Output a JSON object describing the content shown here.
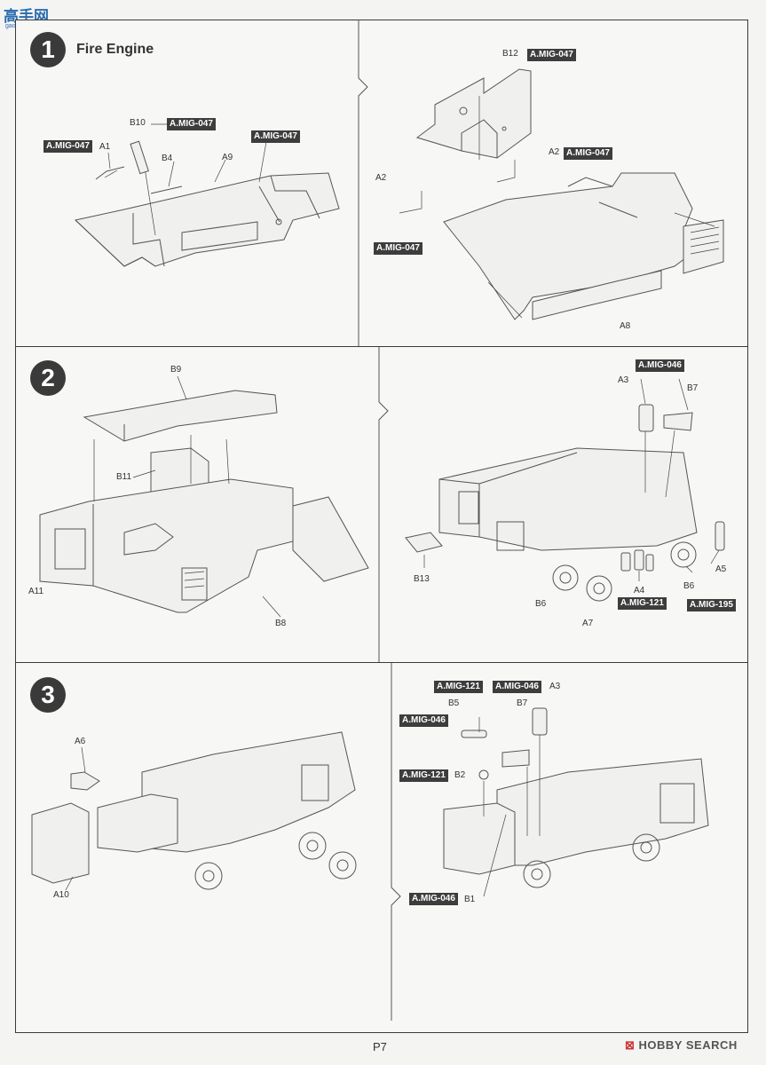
{
  "watermark": {
    "logo": "高手网",
    "url": "gao-shou.com"
  },
  "brand": {
    "mark": "⊠",
    "name": "HOBBY SEARCH"
  },
  "page": {
    "number": "P7"
  },
  "steps": [
    {
      "number": "1",
      "title": "Fire Engine",
      "left": {
        "tags": [
          "A.MIG-047",
          "A.MIG-047",
          "A.MIG-047"
        ],
        "labels": [
          "B10",
          "A1",
          "B4",
          "A9"
        ]
      },
      "right": {
        "tags": [
          "A.MIG-047",
          "A.MIG-047",
          "A.MIG-047"
        ],
        "labels": [
          "B12",
          "A2",
          "A2",
          "A8"
        ]
      }
    },
    {
      "number": "2",
      "left": {
        "labels": [
          "B9",
          "B11",
          "A11",
          "B8"
        ]
      },
      "right": {
        "tags": [
          "A.MIG-046",
          "A.MIG-121",
          "A.MIG-195"
        ],
        "labels": [
          "A3",
          "B7",
          "B13",
          "B6",
          "A4",
          "B6",
          "A5",
          "A7"
        ]
      }
    },
    {
      "number": "3",
      "left": {
        "labels": [
          "A6",
          "A10"
        ]
      },
      "right": {
        "tags": [
          "A.MIG-121",
          "A.MIG-046",
          "A.MIG-046",
          "A.MIG-121",
          "A.MIG-046"
        ],
        "labels": [
          "A3",
          "B5",
          "B7",
          "B2",
          "B1"
        ]
      }
    }
  ]
}
